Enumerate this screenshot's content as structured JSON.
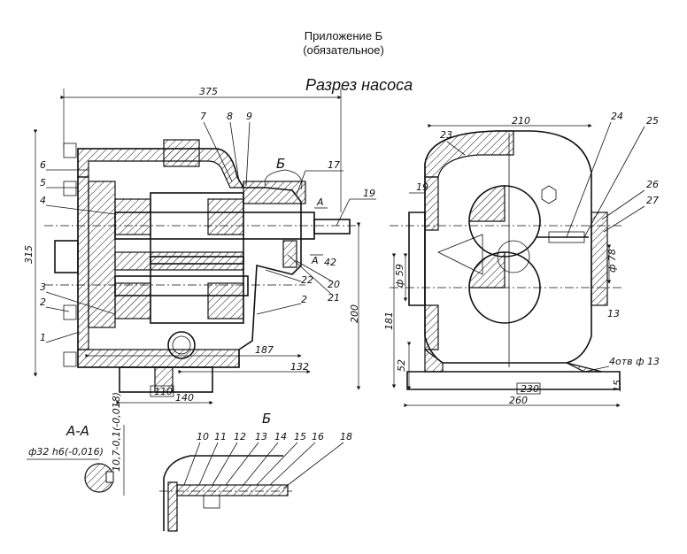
{
  "header": {
    "appendix": "Приложение Б",
    "appendix_sub": "(обязательное)",
    "title": "Разрез насоса"
  },
  "section_labels": {
    "b_main": "Б",
    "aa_main_1": "А",
    "aa_main_2": "А",
    "aa_view": "А-А",
    "b_view": "Б"
  },
  "dimensions": {
    "d375": "375",
    "d315": "315",
    "d200": "200",
    "d187": "187",
    "d132": "132",
    "d140": "140",
    "d110": "110",
    "d42": "42",
    "d210": "210",
    "d19": "19",
    "d59": "ф 59",
    "d78": "ф 78",
    "d181": "181",
    "d52": "52",
    "d13": "13",
    "d230": "230",
    "d260": "260",
    "d15": "15",
    "holes": "4отв ф 13",
    "shaft": "ф32 h6(-0,016)",
    "key": "10,7-0,1(-0,018)"
  },
  "callouts": {
    "c1": "1",
    "c2": "2",
    "c2b": "2",
    "c3": "3",
    "c4": "4",
    "c5": "5",
    "c6": "6",
    "c7": "7",
    "c8": "8",
    "c9": "9",
    "c10": "10",
    "c11": "11",
    "c12": "12",
    "c13": "13",
    "c14": "14",
    "c15": "15",
    "c16": "16",
    "c17": "17",
    "c18": "18",
    "c19": "19",
    "c20": "20",
    "c21": "21",
    "c22": "22",
    "c23": "23",
    "c24": "24",
    "c25": "25",
    "c26": "26",
    "c27": "27"
  }
}
